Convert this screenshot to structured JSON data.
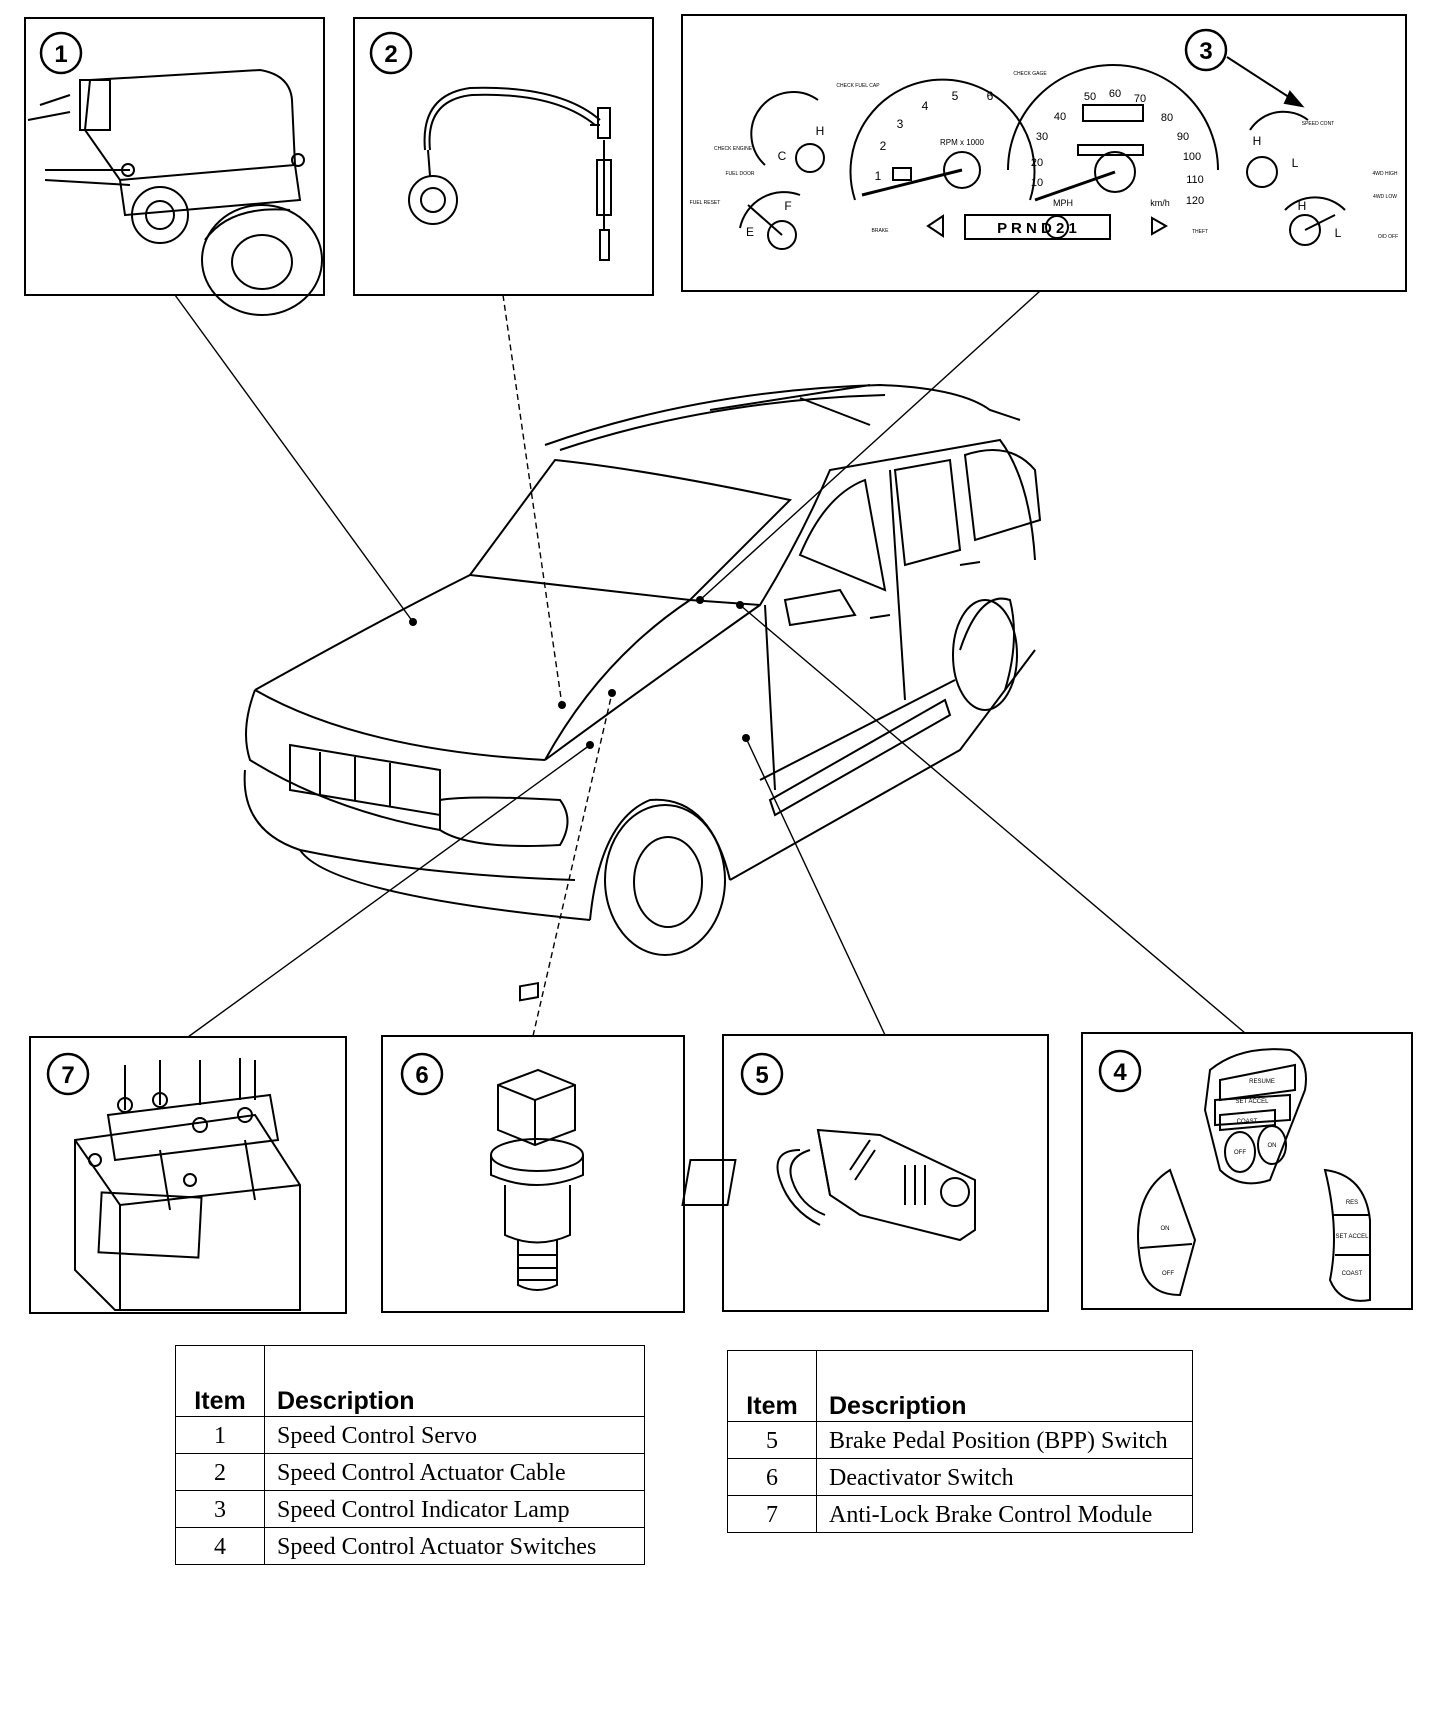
{
  "callouts": [
    "1",
    "2",
    "3",
    "4",
    "5",
    "6",
    "7"
  ],
  "cluster": {
    "tach_ticks": [
      "1",
      "2",
      "3",
      "4",
      "5",
      "6"
    ],
    "tach_unit": "RPM x 1000",
    "speed_ticks": [
      "10",
      "20",
      "30",
      "40",
      "50",
      "60",
      "70",
      "80",
      "90",
      "100",
      "110",
      "120"
    ],
    "speed_unit_mph": "MPH",
    "speed_unit_kmh": "km/h",
    "prndl": "P  R  N D 2 1",
    "temp_labels": [
      "H",
      "C"
    ],
    "fuel_labels": [
      "F",
      "E"
    ],
    "oil_labels": [
      "H",
      "L"
    ],
    "volt_labels": [
      "H",
      "L"
    ],
    "small_labels": [
      "CHECK ENGINE",
      "FUEL DOOR",
      "FUEL RESET",
      "BRAKE",
      "SPEED CONT",
      "4WD HIGH",
      "4WD LOW",
      "O/D OFF",
      "THEFT",
      "CHECK GAGE",
      "CHECK FUEL CAP"
    ]
  },
  "switches": {
    "main": [
      "RESUME",
      "SET ACCEL",
      "COAST",
      "OFF",
      "ON"
    ],
    "left": [
      "ON",
      "OFF"
    ],
    "right": [
      "RES",
      "SET ACCEL",
      "COAST"
    ]
  },
  "table_left": {
    "header_item": "Item",
    "header_desc": "Description",
    "rows": [
      {
        "item": "1",
        "desc": "Speed Control Servo"
      },
      {
        "item": "2",
        "desc": "Speed Control Actuator Cable"
      },
      {
        "item": "3",
        "desc": "Speed Control Indicator Lamp"
      },
      {
        "item": "4",
        "desc": "Speed Control Actuator Switches"
      }
    ]
  },
  "table_right": {
    "header_item": "Item",
    "header_desc": "Description",
    "rows": [
      {
        "item": "5",
        "desc": "Brake Pedal Position (BPP) Switch"
      },
      {
        "item": "6",
        "desc": "Deactivator Switch"
      },
      {
        "item": "7",
        "desc": "Anti-Lock Brake Control Module"
      }
    ]
  }
}
